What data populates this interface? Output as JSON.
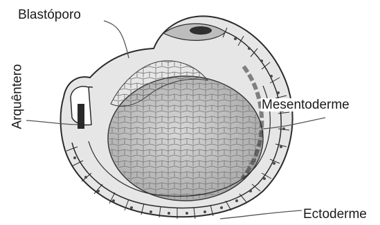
{
  "labels": {
    "blastoporo": "Blastóporo",
    "arquentero": "Arquêntero",
    "mesentoderme": "Mesentoderme",
    "ectoderme": "Ectoderme"
  },
  "colors": {
    "background": "#ffffff",
    "outline": "#2a2a2a",
    "cell_fill": "#dcdcdc",
    "yolk_fill": "#c2c2c2",
    "nucleus": "#4a4a4a",
    "leader_line": "#555555"
  }
}
